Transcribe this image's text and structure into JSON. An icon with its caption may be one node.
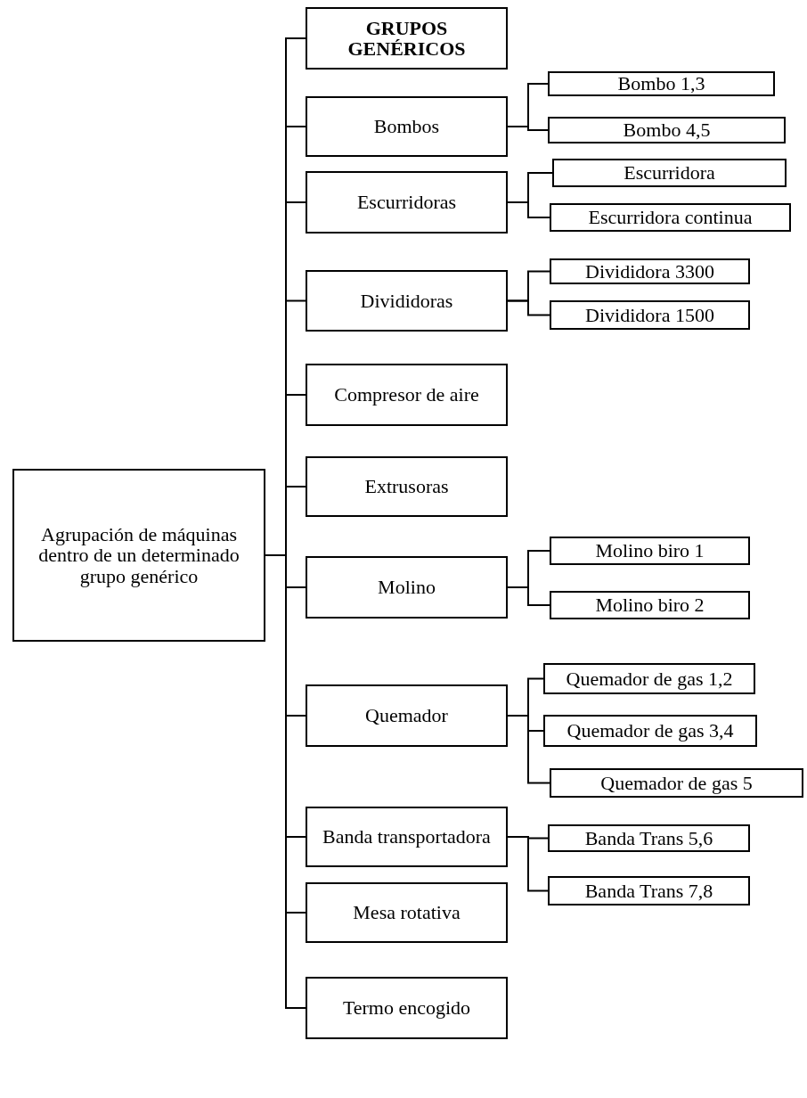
{
  "diagram": {
    "nodes": [
      {
        "text": [
          "Agrupación de máquinas dentro de un determinado grupo genérico"
        ]
      },
      {
        "text": [
          "GRUPOS GENÉRICOS"
        ]
      },
      {
        "text": [
          "Bombos"
        ]
      },
      {
        "text": [
          "Bombo 1,3"
        ]
      },
      {
        "text": [
          "Bombo 4,5"
        ]
      },
      {
        "text": [
          "Escurridoras"
        ]
      },
      {
        "text": [
          "Escurridora"
        ]
      },
      {
        "text": [
          "Escurridora continua"
        ]
      },
      {
        "text": [
          "Divididoras"
        ]
      },
      {
        "text": [
          "Divididora 3300"
        ]
      },
      {
        "text": [
          "Divididora 1500"
        ]
      },
      {
        "text": [
          "Compresor de aire"
        ]
      },
      {
        "text": [
          "Extrusoras"
        ]
      },
      {
        "text": [
          "Molino"
        ]
      },
      {
        "text": [
          "Molino biro 1"
        ]
      },
      {
        "text": [
          "Molino biro 2"
        ]
      },
      {
        "text": [
          "Quemador"
        ]
      },
      {
        "text": [
          "Quemador de gas 1,2"
        ]
      },
      {
        "text": [
          "Quemador de gas 3,4"
        ]
      },
      {
        "text": [
          "Quemador de gas 5"
        ]
      },
      {
        "text": [
          "Banda transportadora"
        ]
      },
      {
        "text": [
          "Banda Trans 5,6"
        ]
      },
      {
        "text": [
          "Banda Trans 7,8"
        ]
      },
      {
        "text": [
          "Mesa rotativa"
        ]
      },
      {
        "text": [
          "Termo encogido"
        ]
      }
    ],
    "edges": [
      {
        "from": 0,
        "to": 1,
        "arrow": "none"
      },
      {
        "from": 0,
        "to": 2,
        "arrow": "none"
      },
      {
        "from": 2,
        "to": 3,
        "arrow": "none"
      },
      {
        "from": 2,
        "to": 4,
        "arrow": "none"
      },
      {
        "from": 0,
        "to": 5,
        "arrow": "none"
      },
      {
        "from": 5,
        "to": 6,
        "arrow": "none"
      },
      {
        "from": 5,
        "to": 7,
        "arrow": "none"
      },
      {
        "from": 0,
        "to": 8,
        "arrow": "none"
      },
      {
        "from": 8,
        "to": 9,
        "arrow": "none"
      },
      {
        "from": 8,
        "to": 10,
        "arrow": "none"
      },
      {
        "from": 0,
        "to": 11,
        "arrow": "none"
      },
      {
        "from": 0,
        "to": 12,
        "arrow": "none"
      },
      {
        "from": 0,
        "to": 13,
        "arrow": "none"
      },
      {
        "from": 13,
        "to": 14,
        "arrow": "none"
      },
      {
        "from": 13,
        "to": 15,
        "arrow": "none"
      },
      {
        "from": 0,
        "to": 16,
        "arrow": "none"
      },
      {
        "from": 16,
        "to": 17,
        "arrow": "none"
      },
      {
        "from": 16,
        "to": 18,
        "arrow": "none"
      },
      {
        "from": 16,
        "to": 19,
        "arrow": "none"
      },
      {
        "from": 0,
        "to": 20,
        "arrow": "none"
      },
      {
        "from": 20,
        "to": 21,
        "arrow": "none"
      },
      {
        "from": 20,
        "to": 22,
        "arrow": "none"
      },
      {
        "from": 0,
        "to": 23,
        "arrow": "none"
      },
      {
        "from": 0,
        "to": 24,
        "arrow": "none"
      }
    ]
  }
}
